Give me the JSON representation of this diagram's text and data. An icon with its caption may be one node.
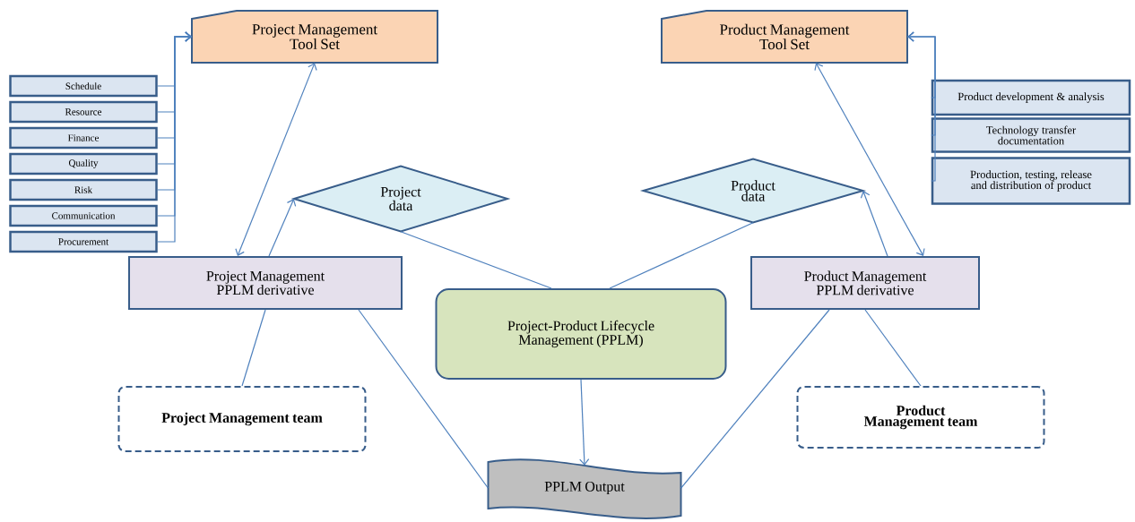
{
  "diagram": {
    "nodes": [
      {
        "text": [
          "Project Management Tool Set"
        ]
      },
      {
        "text": [
          "Product Management Tool Set"
        ]
      },
      {
        "text": [
          "Schedule"
        ]
      },
      {
        "text": [
          "Resource"
        ]
      },
      {
        "text": [
          "Finance"
        ]
      },
      {
        "text": [
          "Quality"
        ]
      },
      {
        "text": [
          "Risk"
        ]
      },
      {
        "text": [
          "Communication"
        ]
      },
      {
        "text": [
          "Procurement"
        ]
      },
      {
        "text": [
          "Product development & analysis"
        ]
      },
      {
        "text": [
          "Technology transfer documentation"
        ]
      },
      {
        "text": [
          "Production, testing, release and distribution of product"
        ]
      },
      {
        "text": [
          "Project data"
        ]
      },
      {
        "text": [
          "Product data"
        ]
      },
      {
        "text": [
          "Project Management PPLM derivative"
        ]
      },
      {
        "text": [
          "Project-Product Lifecycle Management (PPLM)"
        ]
      },
      {
        "text": [
          "Product Management PPLM derivative"
        ]
      },
      {
        "text": [
          "Project Management team"
        ]
      },
      {
        "text": [
          "Product Management team"
        ]
      },
      {
        "text": [
          "PPLM Output"
        ]
      }
    ],
    "edges": [
      {
        "from": 2,
        "to": 0,
        "arrow": "to"
      },
      {
        "from": 3,
        "to": 0,
        "arrow": "to"
      },
      {
        "from": 4,
        "to": 0,
        "arrow": "to"
      },
      {
        "from": 5,
        "to": 0,
        "arrow": "to"
      },
      {
        "from": 6,
        "to": 0,
        "arrow": "to"
      },
      {
        "from": 7,
        "to": 0,
        "arrow": "to"
      },
      {
        "from": 8,
        "to": 0,
        "arrow": "to"
      },
      {
        "from": 9,
        "to": 1,
        "arrow": "to"
      },
      {
        "from": 10,
        "to": 1,
        "arrow": "to"
      },
      {
        "from": 11,
        "to": 1,
        "arrow": "to"
      },
      {
        "from": 0,
        "to": 14,
        "arrow": "both"
      },
      {
        "from": 14,
        "to": 12,
        "arrow": "to"
      },
      {
        "from": 12,
        "to": 15,
        "arrow": "none"
      },
      {
        "from": 13,
        "to": 15,
        "arrow": "none"
      },
      {
        "from": 16,
        "to": 13,
        "arrow": "to"
      },
      {
        "from": 1,
        "to": 16,
        "arrow": "both"
      },
      {
        "from": 14,
        "to": 17,
        "arrow": "none"
      },
      {
        "from": 16,
        "to": 18,
        "arrow": "none"
      },
      {
        "from": 14,
        "to": 19,
        "arrow": "none"
      },
      {
        "from": 16,
        "to": 19,
        "arrow": "none"
      },
      {
        "from": 15,
        "to": 19,
        "arrow": "to"
      }
    ]
  }
}
